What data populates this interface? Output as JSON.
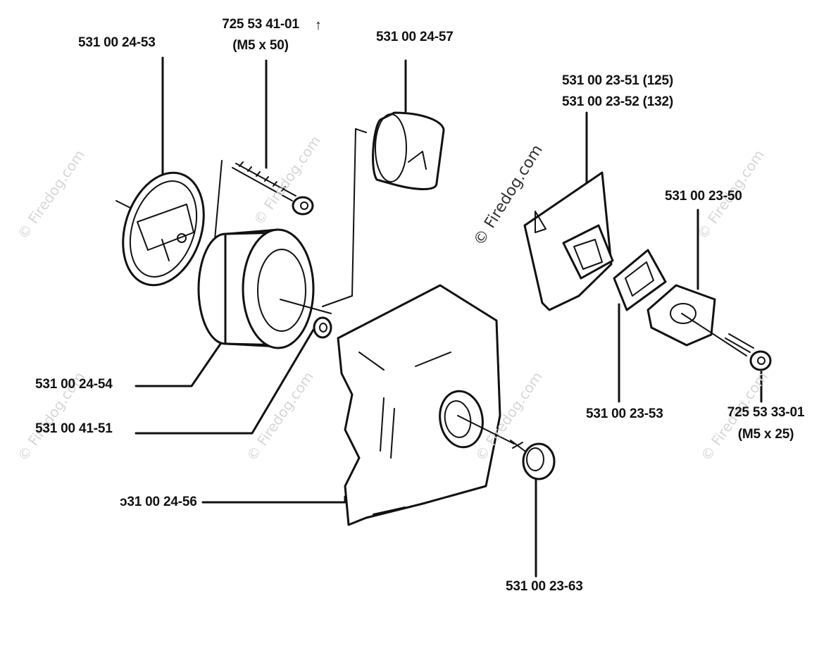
{
  "labels": {
    "p_24_53": "531 00 24-53",
    "p_41_01": "725 53 41-01",
    "p_41_01_size": "(M5 x 50)",
    "arrow_mark": "↑",
    "p_24_57": "531 00 24-57",
    "p_23_51": "531 00 23-51 (125)",
    "p_23_52": "531 00 23-52 (132)",
    "p_23_50": "531 00 23-50",
    "p_24_54": "531 00 24-54",
    "p_41_51": "531 00 41-51",
    "p_24_56": "ɔ31 00 24-56",
    "p_23_53": "531 00 23-53",
    "p_33_01": "725 53 33-01",
    "p_33_01_size": "(M5 x 25)",
    "p_23_63": "531 00 23-63"
  },
  "watermark": "© Firedog.com"
}
